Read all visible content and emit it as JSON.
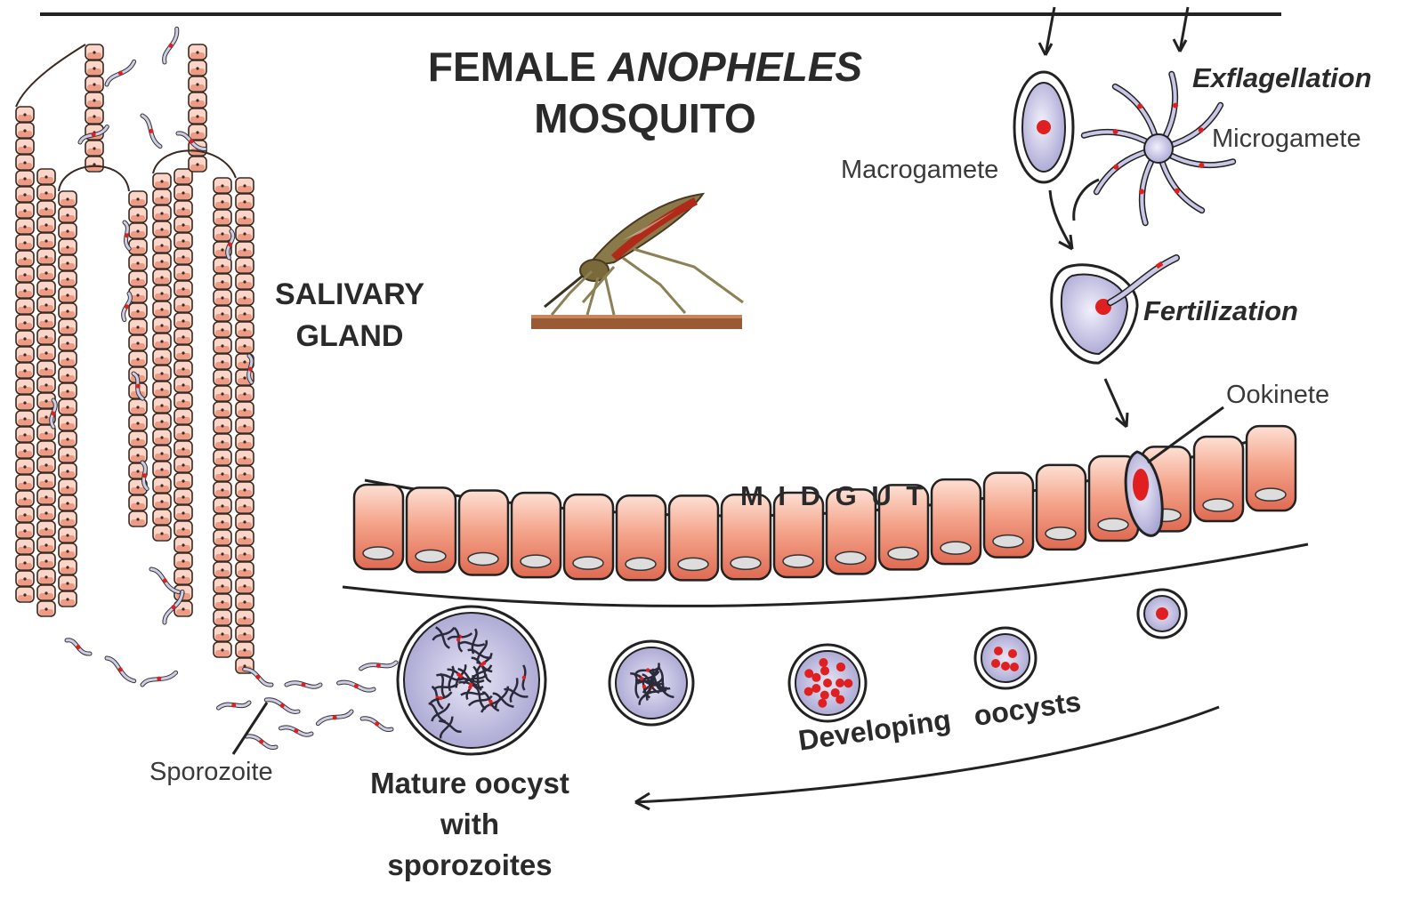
{
  "title": {
    "line1_a": "FEMALE ",
    "line1_b": "ANOPHELES",
    "line2": "MOSQUITO"
  },
  "labels": {
    "salivary_gland": "SALIVARY GLAND",
    "midgut": "M I D G U T",
    "macrogamete": "Macrogamete",
    "microgamete": "Microgamete",
    "exflagellation": "Exflagellation",
    "fertilization": "Fertilization",
    "ookinete": "Ookinete",
    "developing_oocysts": "Developing   oocysts",
    "sporozoite": "Sporozoite",
    "mature_oocyst": "Mature oocyst with sporozoites"
  },
  "colors": {
    "cell": "#e8826a",
    "cell_light": "#fbd6c8",
    "parasite": "#c9c7e6",
    "nucleus": "#e02020",
    "outline": "#222222"
  }
}
